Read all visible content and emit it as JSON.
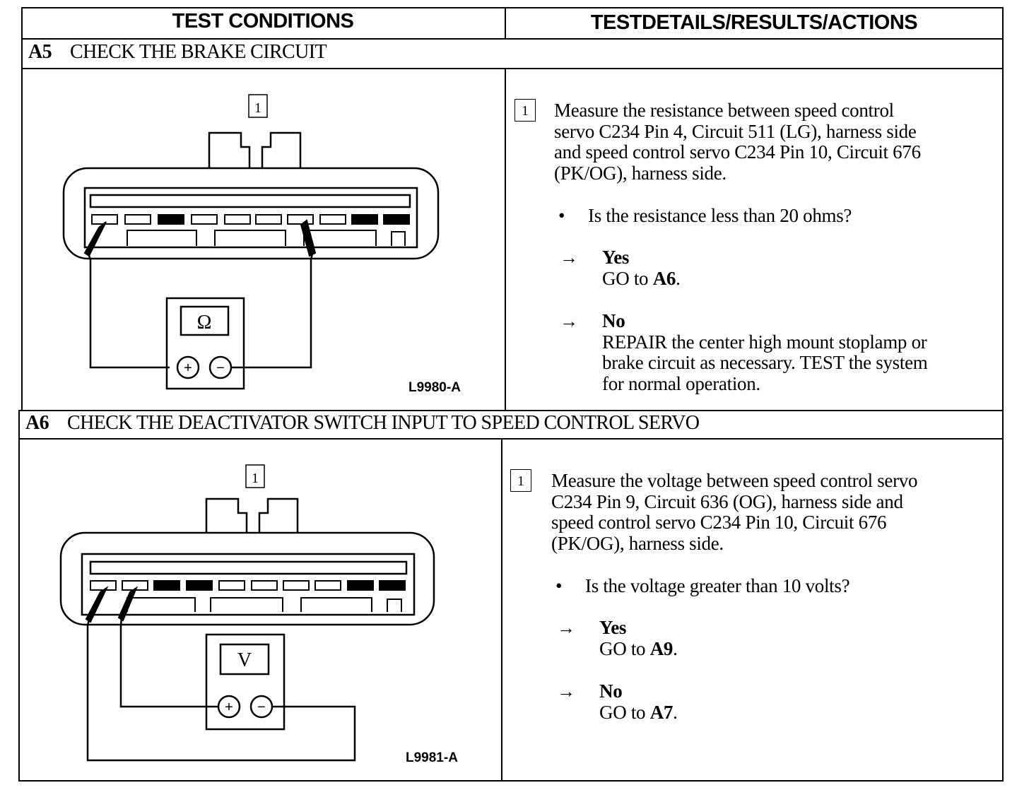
{
  "columns": {
    "left": "TEST CONDITIONS",
    "right": "TESTDETAILS/RESULTS/ACTIONS"
  },
  "steps": [
    {
      "id": "A5",
      "title": "CHECK THE BRAKE CIRCUIT",
      "figure_code": "L9980-A",
      "meter_symbol": "Ω",
      "plus": "+",
      "minus": "−",
      "callout": "1",
      "step_number": "1",
      "instruction_lines": [
        "Measure the resistance between speed control",
        "servo C234 Pin 4, Circuit 511 (LG), harness side",
        "and speed control servo C234 Pin 10, Circuit 676",
        "(PK/OG), harness side."
      ],
      "bullet": "•",
      "question": "Is the resistance less than 20 ohms?",
      "arrow": "→",
      "answers": [
        {
          "label": "Yes",
          "lines": [
            {
              "pre": "GO to ",
              "ref": "A6",
              "post": "."
            }
          ]
        },
        {
          "label": "No",
          "lines": [
            {
              "pre": "REPAIR the center high mount stoplamp or",
              "ref": "",
              "post": ""
            },
            {
              "pre": "brake circuit as necessary. TEST the system",
              "ref": "",
              "post": ""
            },
            {
              "pre": "for normal operation.",
              "ref": "",
              "post": ""
            }
          ]
        }
      ]
    },
    {
      "id": "A6",
      "title": "CHECK THE DEACTIVATOR SWITCH INPUT TO SPEED CONTROL SERVO",
      "figure_code": "L9981-A",
      "meter_symbol": "V",
      "plus": "+",
      "minus": "−",
      "callout": "1",
      "step_number": "1",
      "instruction_lines": [
        "Measure the voltage between speed control servo",
        "C234 Pin 9, Circuit 636 (OG), harness side and",
        "speed control servo C234 Pin 10, Circuit 676",
        "(PK/OG), harness side."
      ],
      "bullet": "•",
      "question": "Is the voltage greater than 10 volts?",
      "arrow": "→",
      "answers": [
        {
          "label": "Yes",
          "lines": [
            {
              "pre": "GO to ",
              "ref": "A9",
              "post": "."
            }
          ]
        },
        {
          "label": "No",
          "lines": [
            {
              "pre": "GO to ",
              "ref": "A7",
              "post": "."
            }
          ]
        }
      ]
    }
  ]
}
